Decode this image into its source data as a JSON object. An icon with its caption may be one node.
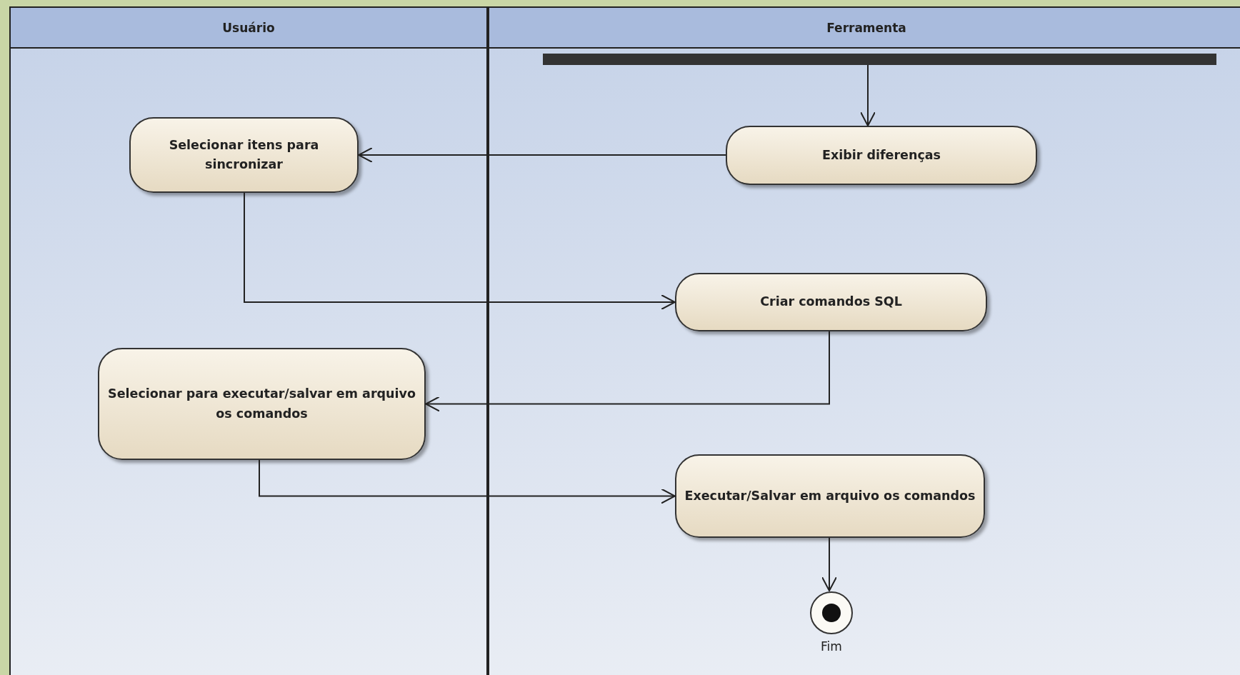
{
  "diagram": {
    "nodes": [
      {
        "text": [
          "Usuário"
        ]
      },
      {
        "text": [
          "Ferramenta"
        ]
      },
      {
        "text": [],
        "shape": "bar",
        "in": 1
      },
      {
        "text": [
          "Exibir diferenças"
        ],
        "in": 1
      },
      {
        "text": [
          "Selecionar itens para sincronizar"
        ],
        "in": 0
      },
      {
        "text": [
          "Criar comandos SQL"
        ],
        "in": 1
      },
      {
        "text": [
          "Selecionar para executar/salvar em arquivo os comandos"
        ],
        "in": 0
      },
      {
        "text": [
          "Executar/Salvar em arquivo os comandos"
        ],
        "in": 1
      },
      {
        "text": [],
        "shape": "circle",
        "in": 1,
        "beside": [
          "Fim"
        ]
      }
    ],
    "edges": [
      {
        "from": 2,
        "to": 3,
        "arrow": "to"
      },
      {
        "from": 3,
        "to": 4,
        "arrow": "to"
      },
      {
        "from": 4,
        "to": 5,
        "arrow": "to"
      },
      {
        "from": 5,
        "to": 6,
        "arrow": "to"
      },
      {
        "from": 6,
        "to": 7,
        "arrow": "to"
      },
      {
        "from": 7,
        "to": 8,
        "arrow": "to"
      }
    ]
  }
}
